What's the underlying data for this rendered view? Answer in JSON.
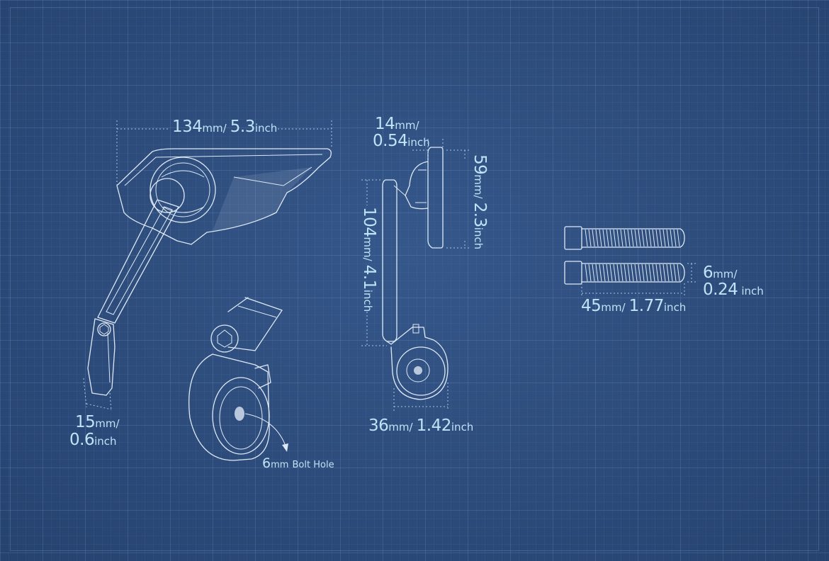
{
  "dimensions": {
    "mirror_width": {
      "mm": "134",
      "mm_unit": "mm",
      "sep": "/",
      "in": "5.3",
      "in_unit": "inch"
    },
    "clamp_width": {
      "mm": "15",
      "mm_unit": "mm",
      "sep": "/",
      "in": "0.6",
      "in_unit": "inch"
    },
    "mirror_thickness": {
      "mm": "14",
      "mm_unit": "mm",
      "sep": "/",
      "in": "0.54",
      "in_unit": "inch"
    },
    "mirror_height": {
      "mm": "59",
      "mm_unit": "mm",
      "sep": "/",
      "in": "2.3",
      "in_unit": "inch"
    },
    "arm_length": {
      "mm": "104",
      "mm_unit": "mm",
      "sep": "/",
      "in": "4.1",
      "in_unit": "inch"
    },
    "clamp_diameter": {
      "mm": "36",
      "mm_unit": "mm",
      "sep": "/",
      "in": "1.42",
      "in_unit": "inch"
    },
    "bolt_diameter": {
      "mm": "6",
      "mm_unit": "mm",
      "sep": "/",
      "in": "0.24",
      "in_unit": "inch"
    },
    "bolt_length": {
      "mm": "45",
      "mm_unit": "mm",
      "sep": "/",
      "in": "1.77",
      "in_unit": "inch"
    }
  },
  "bolt_hole": {
    "size": "6",
    "unit": "mm",
    "text": "Bolt Hole"
  }
}
